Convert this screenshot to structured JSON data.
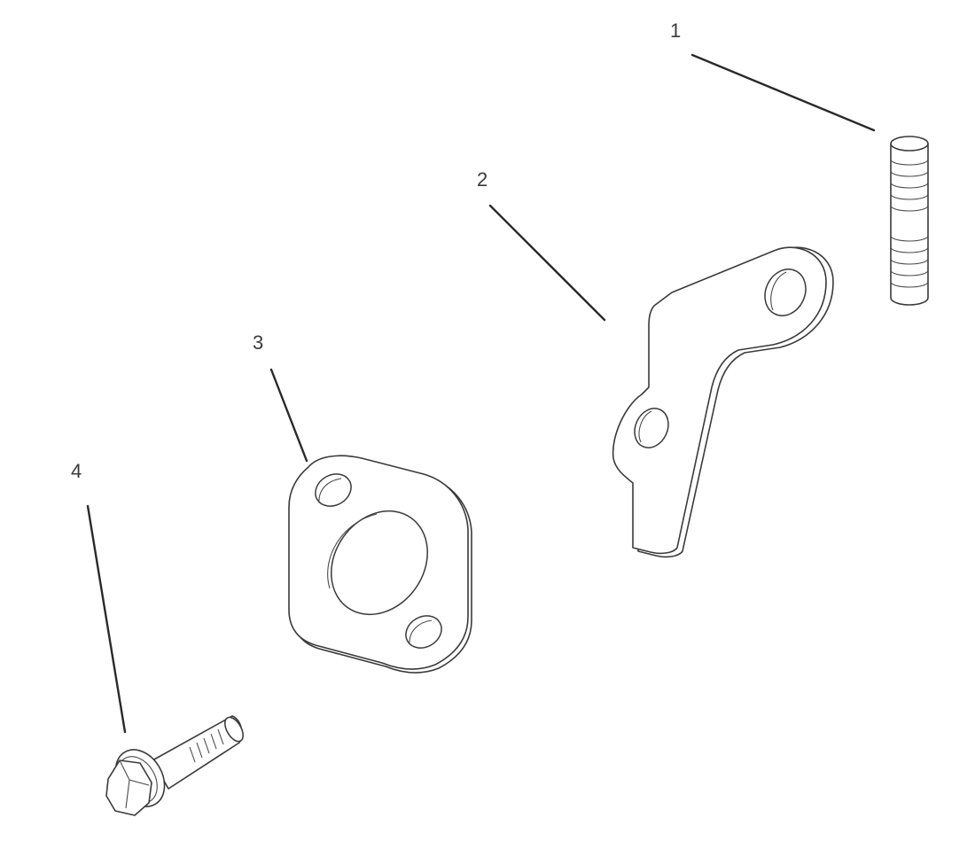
{
  "callouts": [
    {
      "id": "1",
      "label": "1"
    },
    {
      "id": "2",
      "label": "2"
    },
    {
      "id": "3",
      "label": "3"
    },
    {
      "id": "4",
      "label": "4"
    }
  ],
  "colors": {
    "line": "#3a3a3a",
    "background": "#ffffff"
  }
}
